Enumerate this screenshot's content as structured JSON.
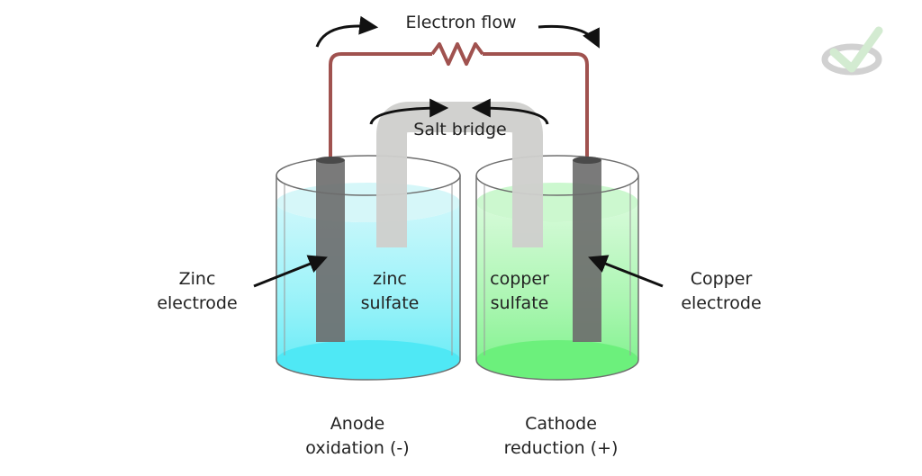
{
  "labels": {
    "electron_flow": "Electron flow",
    "salt_bridge": "Salt bridge",
    "zinc_electrode": [
      "Zinc",
      "electrode"
    ],
    "zinc_sulfate": [
      "zinc",
      "sulfate"
    ],
    "copper_sulfate": [
      "copper",
      "sulfate"
    ],
    "copper_electrode": [
      "Copper",
      "electrode"
    ],
    "anode": [
      "Anode",
      "oxidation (-)"
    ],
    "cathode": [
      "Cathode",
      "reduction (+)"
    ]
  },
  "colors": {
    "wire": "#a0524f",
    "zinc_solution": "#4fe8f5",
    "copper_solution": "#6cf07c",
    "electrode": "#5b5b5b",
    "salt_bridge": "#cfcfcc",
    "arrow": "#111111"
  },
  "icons": {
    "corner_logo": "check-logo-icon",
    "resistor": "resistor-icon"
  }
}
